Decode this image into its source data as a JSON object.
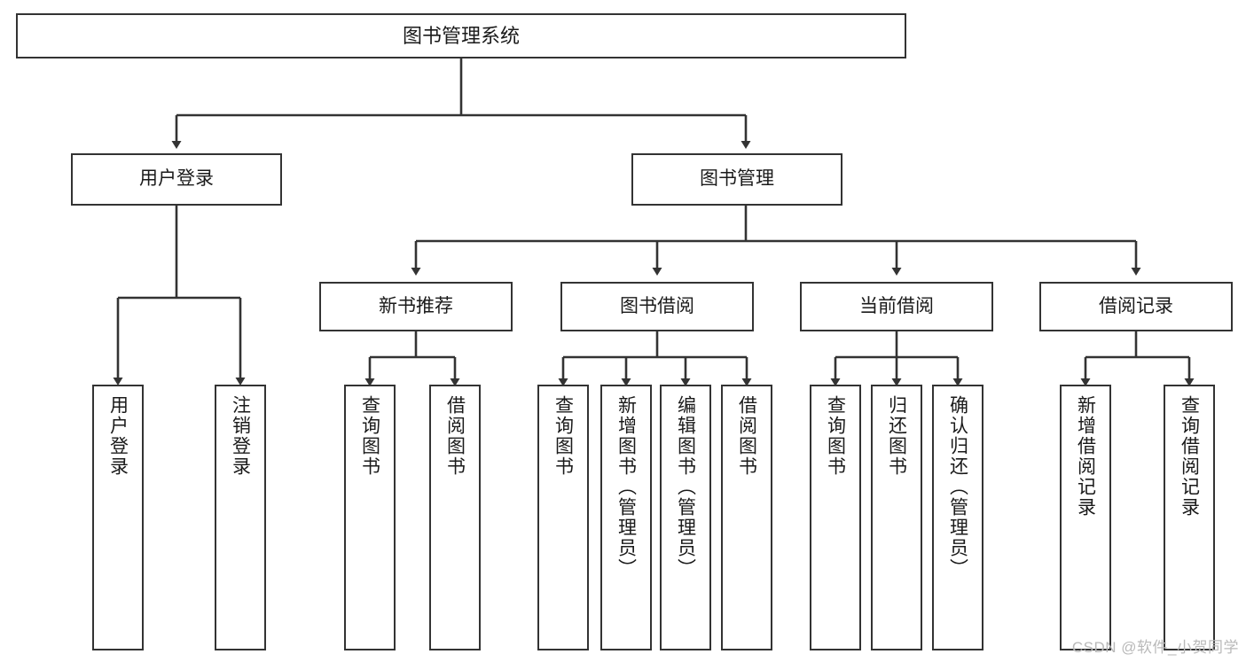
{
  "diagram": {
    "type": "hierarchy-tree",
    "title": "图书管理系统",
    "root": {
      "label": "图书管理系统"
    },
    "level1": [
      {
        "label": "用户登录"
      },
      {
        "label": "图书管理"
      }
    ],
    "level2": [
      {
        "label": "新书推荐"
      },
      {
        "label": "图书借阅"
      },
      {
        "label": "当前借阅"
      },
      {
        "label": "借阅记录"
      }
    ],
    "leaves": {
      "user_login": [
        {
          "label": "用户登录"
        },
        {
          "label": "注销登录"
        }
      ],
      "new_book_recommend": [
        {
          "label": "查询图书"
        },
        {
          "label": "借阅图书"
        }
      ],
      "book_borrow": [
        {
          "label": "查询图书"
        },
        {
          "label": "新增图书（管理员）"
        },
        {
          "label": "编辑图书（管理员）"
        },
        {
          "label": "借阅图书"
        }
      ],
      "current_borrow": [
        {
          "label": "查询图书"
        },
        {
          "label": "归还图书"
        },
        {
          "label": "确认归还（管理员）"
        }
      ],
      "borrow_record": [
        {
          "label": "新增借阅记录"
        },
        {
          "label": "查询借阅记录"
        }
      ]
    }
  },
  "watermark": {
    "text": "CSDN @软件_小贺同学"
  },
  "colors": {
    "stroke": "#333333",
    "background": "#ffffff",
    "text": "#1a1a1a",
    "watermark": "#b9b9b9"
  }
}
